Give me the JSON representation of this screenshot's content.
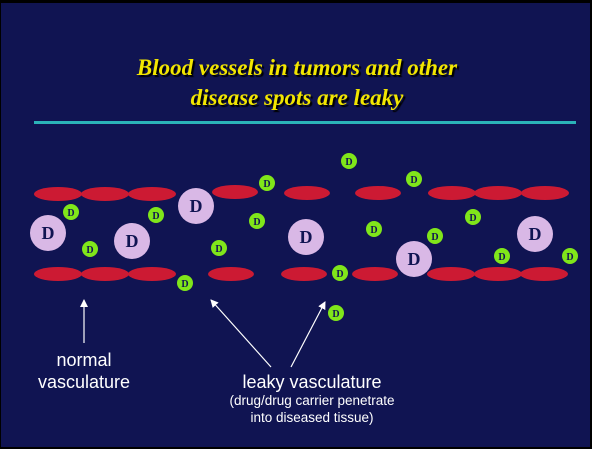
{
  "slide": {
    "title_line1": "Blood vessels in tumors and other",
    "title_line2": "disease spots are leaky",
    "drug_symbol": "D",
    "labels": {
      "normal_line1": "normal",
      "normal_line2": "vasculature",
      "leaky_title": "leaky vasculature",
      "leaky_sub_line1": "(drug/drug carrier penetrate",
      "leaky_sub_line2": "into diseased tissue)"
    },
    "colors": {
      "background": "#101452",
      "title": "#f2e600",
      "divider": "#2bb3b8",
      "vessel_cell": "#cc1a33",
      "large_particle": "#d9b8e6",
      "small_particle": "#80e61a",
      "text": "#ffffff"
    }
  }
}
